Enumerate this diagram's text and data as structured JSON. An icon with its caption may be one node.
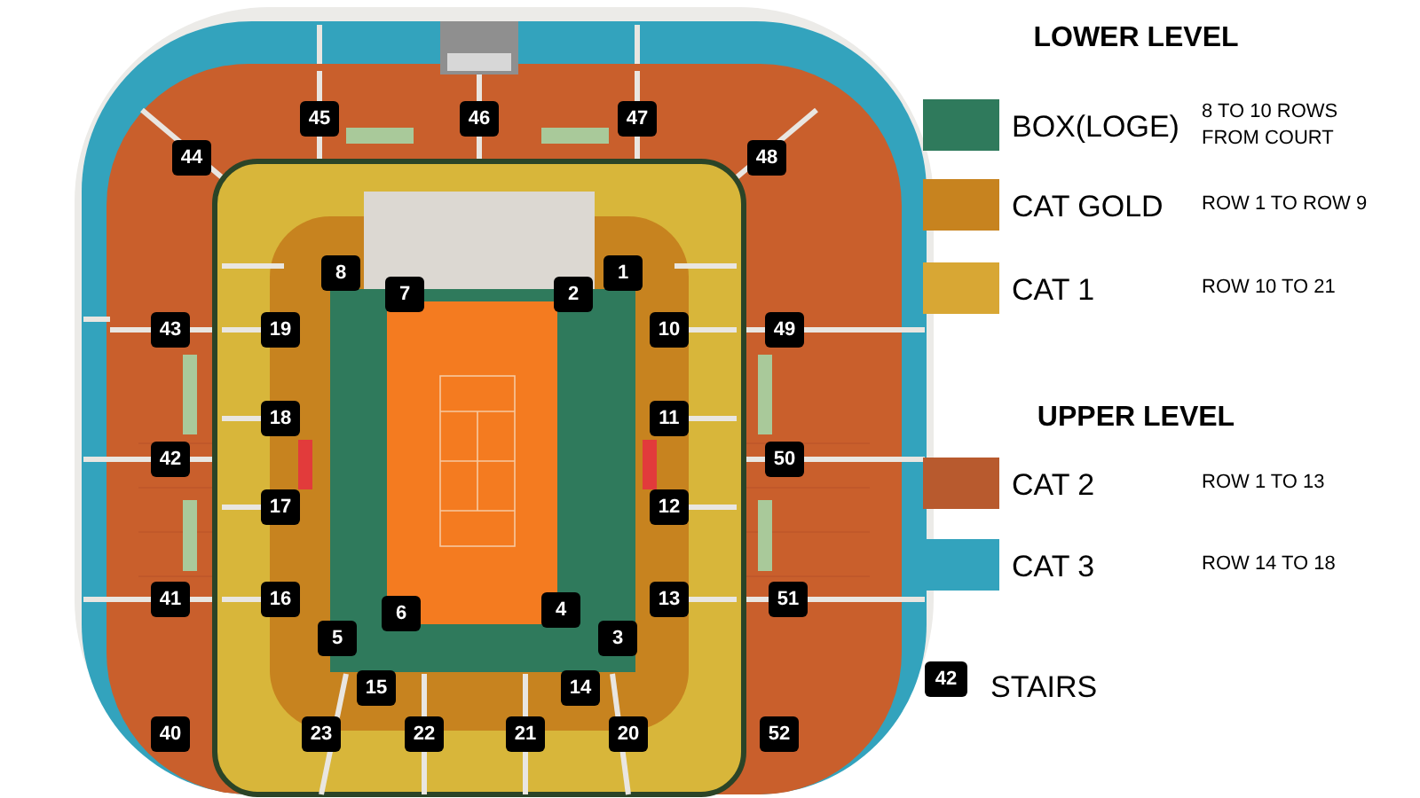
{
  "diagram": {
    "labels": [
      "45",
      "46",
      "47",
      "44",
      "48",
      "8",
      "7",
      "2",
      "1",
      "43",
      "19",
      "10",
      "49",
      "18",
      "11",
      "42",
      "50",
      "17",
      "12",
      "41",
      "16",
      "13",
      "51",
      "6",
      "4",
      "5",
      "3",
      "15",
      "14",
      "40",
      "23",
      "22",
      "21",
      "20",
      "52",
      "LOWER LEVEL",
      "8 TO 10 ROWS FROM COURT",
      "ROW 1 TO ROW 9",
      "ROW 10 TO 21",
      "UPPER LEVEL",
      "ROW 1 TO 13",
      "ROW 14 TO 18",
      "42"
    ],
    "legend": [
      {
        "text": "BOX(LOGE)",
        "color": "#2f7a5c"
      },
      {
        "text": "CAT GOLD",
        "color": "#c7831f"
      },
      {
        "text": "CAT 1",
        "color": "#d8a734"
      },
      {
        "text": "CAT 2",
        "color": "#b85a2e"
      },
      {
        "text": "CAT 3",
        "color": "#33a3bd"
      },
      {
        "text": "STAIRS"
      }
    ]
  }
}
